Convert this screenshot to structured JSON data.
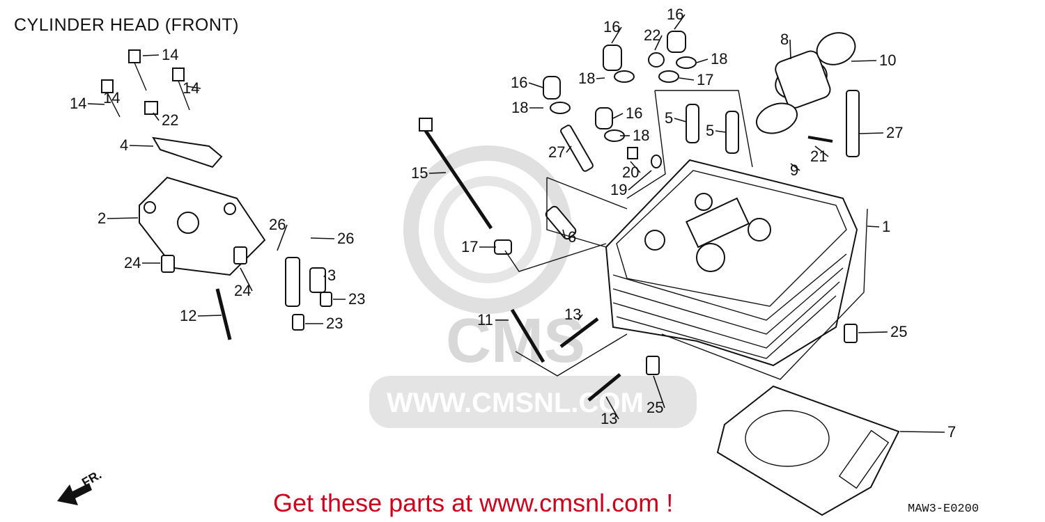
{
  "title": "CYLINDER HEAD (FRONT)",
  "promo_text": "Get these parts at www.cmsnl.com !",
  "diagram_code": "MAW3-E0200",
  "direction_label": "FR.",
  "watermark": {
    "logo_text": "CMS",
    "url_text": "WWW.CMSNL.COM"
  },
  "colors": {
    "promo": "#d0021b",
    "line": "#111111",
    "watermark": "#d8d8d8"
  },
  "callouts": [
    "14",
    "14",
    "14",
    "14",
    "22",
    "4",
    "2",
    "24",
    "24",
    "26",
    "26",
    "3",
    "23",
    "23",
    "12",
    "15",
    "17",
    "6",
    "11",
    "13",
    "13",
    "25",
    "25",
    "16",
    "16",
    "16",
    "16",
    "22",
    "18",
    "18",
    "18",
    "18",
    "17",
    "5",
    "5",
    "27",
    "20",
    "19",
    "8",
    "10",
    "9",
    "21",
    "27",
    "1",
    "7"
  ]
}
